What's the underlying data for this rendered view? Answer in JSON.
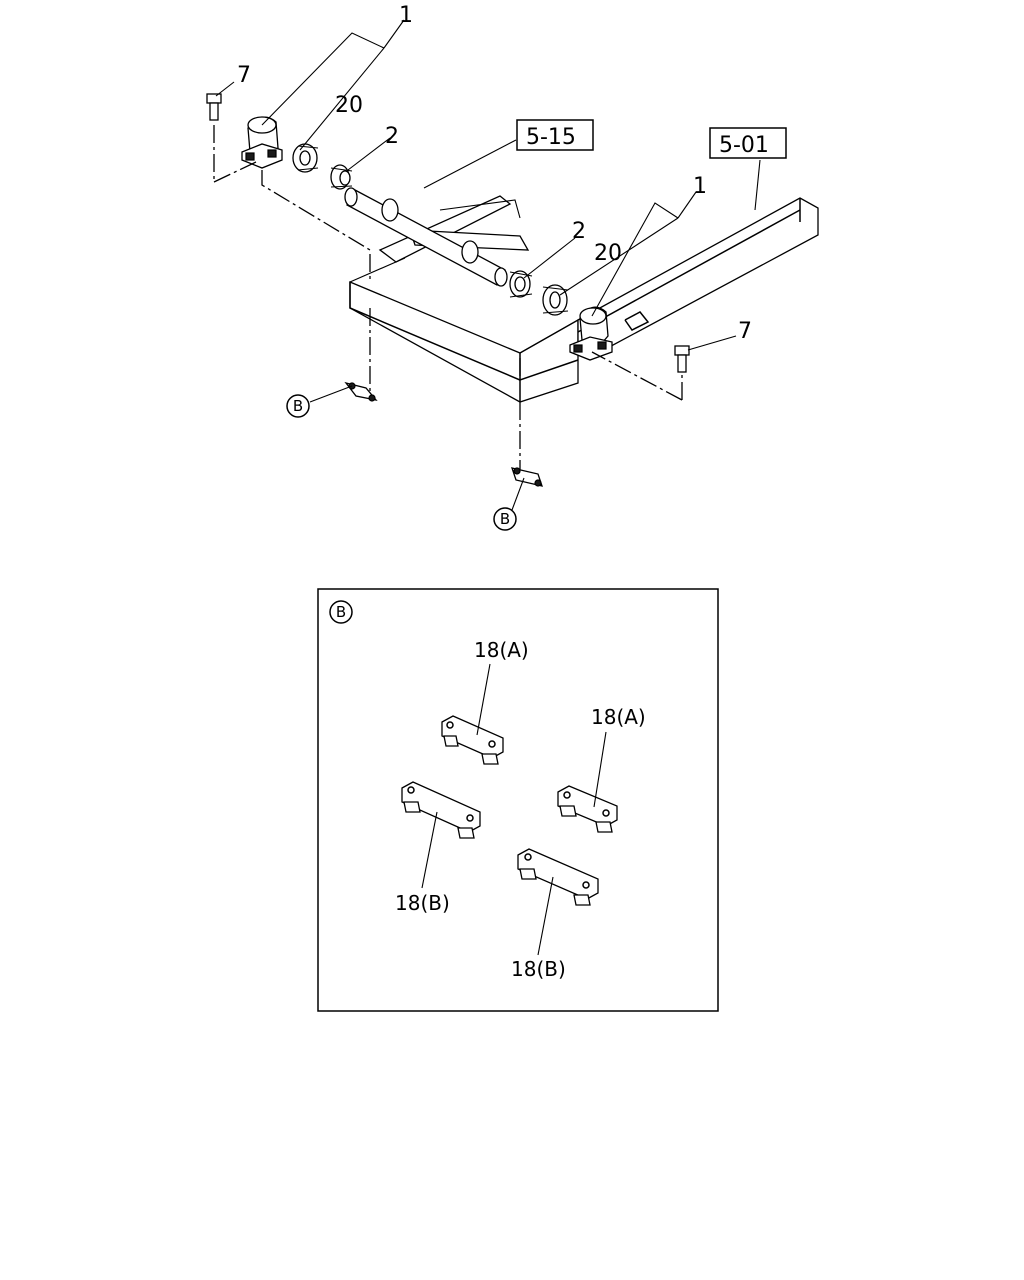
{
  "callouts": {
    "item_1_left": "1",
    "item_1_right": "1",
    "item_20_left": "20",
    "item_20_right": "20",
    "item_2_left": "2",
    "item_2_right": "2",
    "item_7_left": "7",
    "item_7_right": "7",
    "ref_5_15": "5-15",
    "ref_5_01": "5-01",
    "detail_b_left": "B",
    "detail_b_bottom": "B"
  },
  "detail_panel": {
    "marker": "B",
    "labels": [
      "18(A)",
      "18(A)",
      "18(B)",
      "18(B)"
    ]
  }
}
